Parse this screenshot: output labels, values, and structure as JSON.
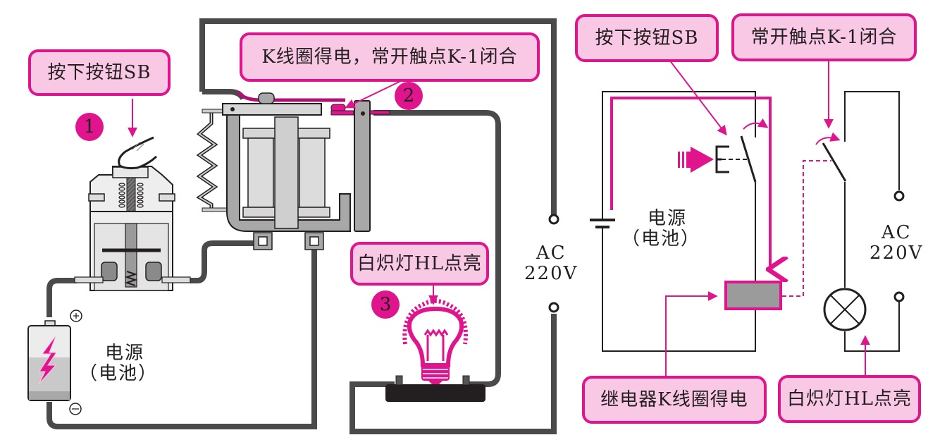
{
  "colors": {
    "accent": "#e0148c",
    "callout_fill": "#f9c8e4",
    "wire": "#4a4a4a",
    "metal_light": "#d6d6d6",
    "metal_mid": "#a8a8a8",
    "coil_fill": "#9b9b9b",
    "text": "#231f20"
  },
  "left_diagram": {
    "callouts": {
      "press_button": "按下按钮SB",
      "coil_energized": "K线圈得电，常开触点K-1闭合",
      "lamp_on": "白炽灯HL点亮"
    },
    "steps": [
      "1",
      "2",
      "3"
    ],
    "battery_label_line1": "电源",
    "battery_label_line2": "（电池）",
    "battery_plus": "+",
    "battery_minus": "−",
    "ac_label_line1": "AC",
    "ac_label_line2": "220V"
  },
  "right_diagram": {
    "callouts": {
      "press_button": "按下按钮SB",
      "contact_closed": "常开触点K-1闭合",
      "coil_energized": "继电器K线圈得电",
      "lamp_on": "白炽灯HL点亮"
    },
    "battery_label_line1": "电源",
    "battery_label_line2": "（电池）",
    "ac_label_line1": "AC",
    "ac_label_line2": "220V"
  }
}
